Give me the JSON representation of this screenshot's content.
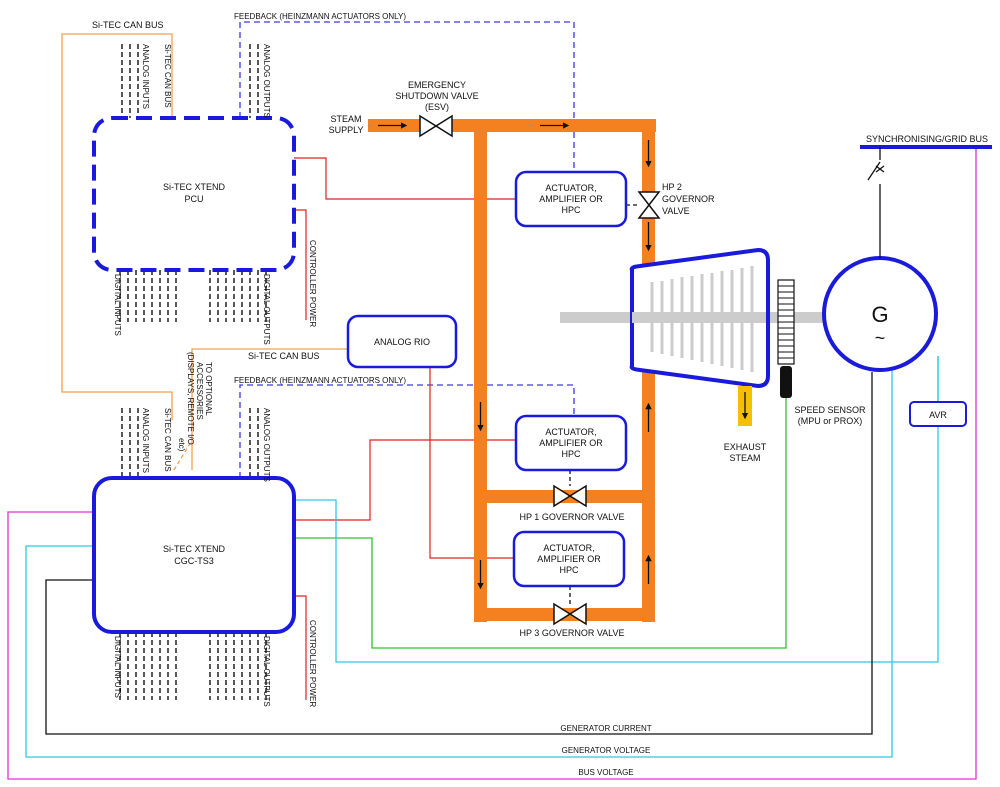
{
  "labels": {
    "can_bus_top": "Si-TEC CAN BUS",
    "feedback_top": "FEEDBACK (HEINZMANN ACTUATORS ONLY)",
    "feedback_mid": "FEEDBACK (HEINZMANN ACTUATORS ONLY)",
    "can_bus_mid": "Si-TEC CAN BUS",
    "analog_inputs": "ANALOG INPUTS",
    "analog_outputs": "ANALOG OUTPUTS",
    "can_bus_vertical": "Si-TEC CAN BUS",
    "digital_inputs": "DIGITAL INPUTS",
    "digital_outputs": "DIGITAL OUTPUTS",
    "controller_power": "CONTROLLER POWER",
    "optional_accessories": [
      "TO OPTIONAL",
      "ACCESSORIES",
      "(DISPLAYS, REMOTE I/O",
      "etc)"
    ],
    "steam_supply": [
      "STEAM",
      "SUPPLY"
    ],
    "esv": [
      "EMERGENCY",
      "SHUTDOWN VALVE",
      "(ESV)"
    ],
    "hp2_valve": [
      "HP 2",
      "GOVERNOR",
      "VALVE"
    ],
    "hp1_valve": "HP 1 GOVERNOR VALVE",
    "hp3_valve": "HP 3 GOVERNOR VALVE",
    "exhaust": [
      "EXHAUST",
      "STEAM"
    ],
    "speed_sensor": [
      "SPEED SENSOR",
      "(MPU or PROX)"
    ],
    "sync_bus": "SYNCHRONISING/GRID BUS",
    "generator_current": "GENERATOR CURRENT",
    "generator_voltage": "GENERATOR VOLTAGE",
    "bus_voltage": "BUS VOLTAGE"
  },
  "blocks": {
    "pcu": [
      "Si-TEC XTEND",
      "PCU"
    ],
    "cgc": [
      "Si-TEC XTEND",
      "CGC-TS3"
    ],
    "analog_rio": "ANALOG RIO",
    "actuator_1": [
      "ACTUATOR,",
      "AMPLIFIER OR",
      "HPC"
    ],
    "actuator_2": [
      "ACTUATOR,",
      "AMPLIFIER OR",
      "HPC"
    ],
    "actuator_3": [
      "ACTUATOR,",
      "AMPLIFIER OR",
      "HPC"
    ],
    "generator_symbol": "G",
    "generator_wave": "~",
    "avr": "AVR"
  },
  "colors": {
    "controller_border": "#1a1adb",
    "steam_pipe": "#f5801f",
    "can_bus": "#f5a050",
    "feedback": "#3a3ae0",
    "control_signal": "#e02020",
    "speed_signal": "#30c030",
    "gen_current": "#111111",
    "gen_voltage": "#30c8e8",
    "bus_voltage": "#e030d0",
    "exhaust": "#f5c000",
    "shaft": "#cccccc"
  }
}
